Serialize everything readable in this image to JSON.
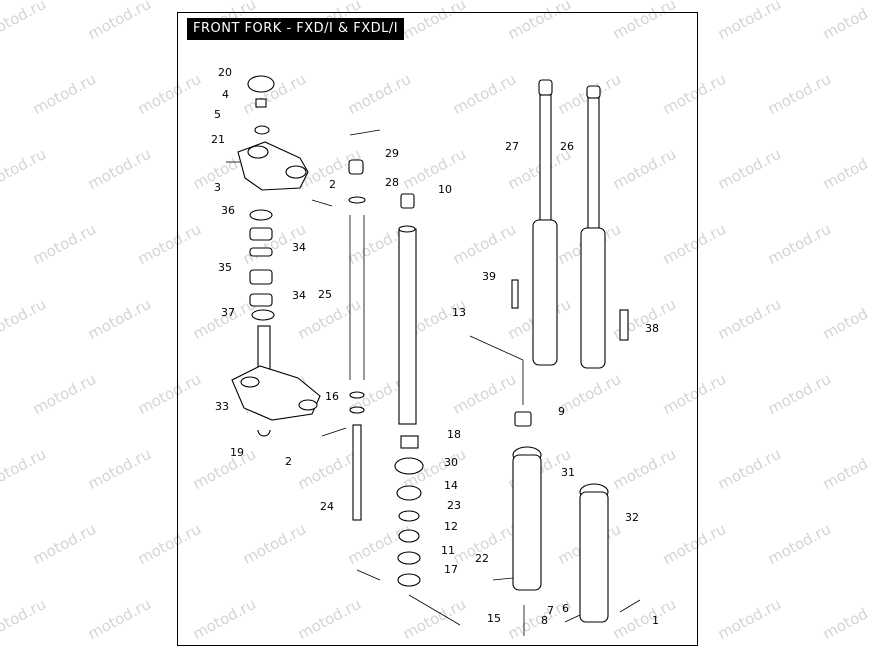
{
  "title": "FRONT FORK - FXD/I & FXDL/I",
  "watermark": "motod.ru",
  "callouts": [
    "20",
    "4",
    "5",
    "21",
    "3",
    "2",
    "29",
    "28",
    "10",
    "27",
    "26",
    "36",
    "34",
    "35",
    "34",
    "37",
    "25",
    "13",
    "39",
    "38",
    "33",
    "16",
    "9",
    "19",
    "2",
    "18",
    "30",
    "31",
    "14",
    "23",
    "24",
    "12",
    "32",
    "11",
    "22",
    "17",
    "15",
    "7",
    "6",
    "8",
    "1"
  ]
}
